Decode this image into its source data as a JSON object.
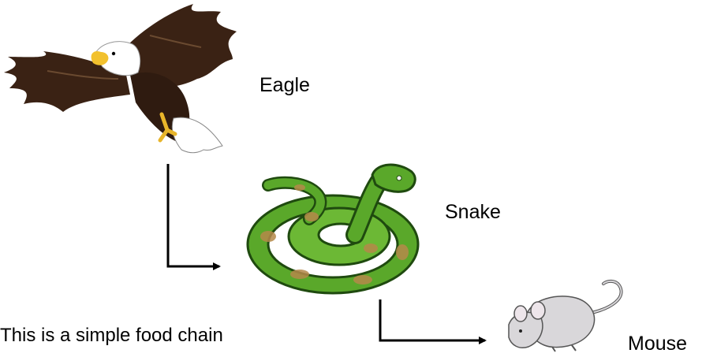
{
  "diagram": {
    "nodes": [
      {
        "id": "eagle",
        "label": "Eagle",
        "icon": "eagle-icon"
      },
      {
        "id": "snake",
        "label": "Snake",
        "icon": "snake-icon"
      },
      {
        "id": "mouse",
        "label": "Mouse",
        "icon": "mouse-icon"
      }
    ],
    "edges": [
      {
        "from": "eagle",
        "to": "snake"
      },
      {
        "from": "snake",
        "to": "mouse"
      }
    ],
    "caption": "This is a simple food chain"
  },
  "colors": {
    "arrow": "#000000",
    "snake_body": "#5aa82a",
    "snake_spots": "#b5894a",
    "eagle_body": "#3a2214",
    "eagle_head": "#ffffff",
    "eagle_beak": "#f2c12e",
    "mouse_body": "#d9d7da"
  }
}
